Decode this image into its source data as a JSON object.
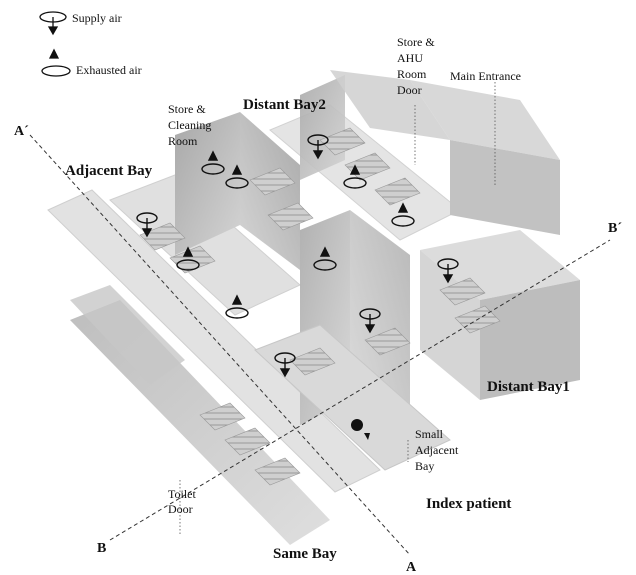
{
  "legend": {
    "supply": "Supply air",
    "exhaust": "Exhausted air"
  },
  "labels": {
    "store_ahu": [
      "Store &",
      "AHU",
      "Room",
      "Door"
    ],
    "main_entrance": "Main Entrance",
    "store_cleaning": [
      "Store &",
      "Cleaning",
      "Room"
    ],
    "distant_bay2": "Distant Bay2",
    "adjacent_bay": "Adjacent Bay",
    "distant_bay1": "Distant Bay1",
    "small_adjacent": [
      "Small",
      "Adjacent",
      "Bay"
    ],
    "index_patient": "Index patient",
    "toilet_door": [
      "Toilet",
      "Door"
    ],
    "same_bay": "Same Bay"
  },
  "section_marks": {
    "a_prime": "A´",
    "b_prime": "B´",
    "a": "A",
    "b": "B"
  },
  "colors": {
    "wall": "#b9b9b9",
    "wall_dark": "#8f8f8f",
    "floor": "#e6e6e6",
    "line": "#333333"
  }
}
